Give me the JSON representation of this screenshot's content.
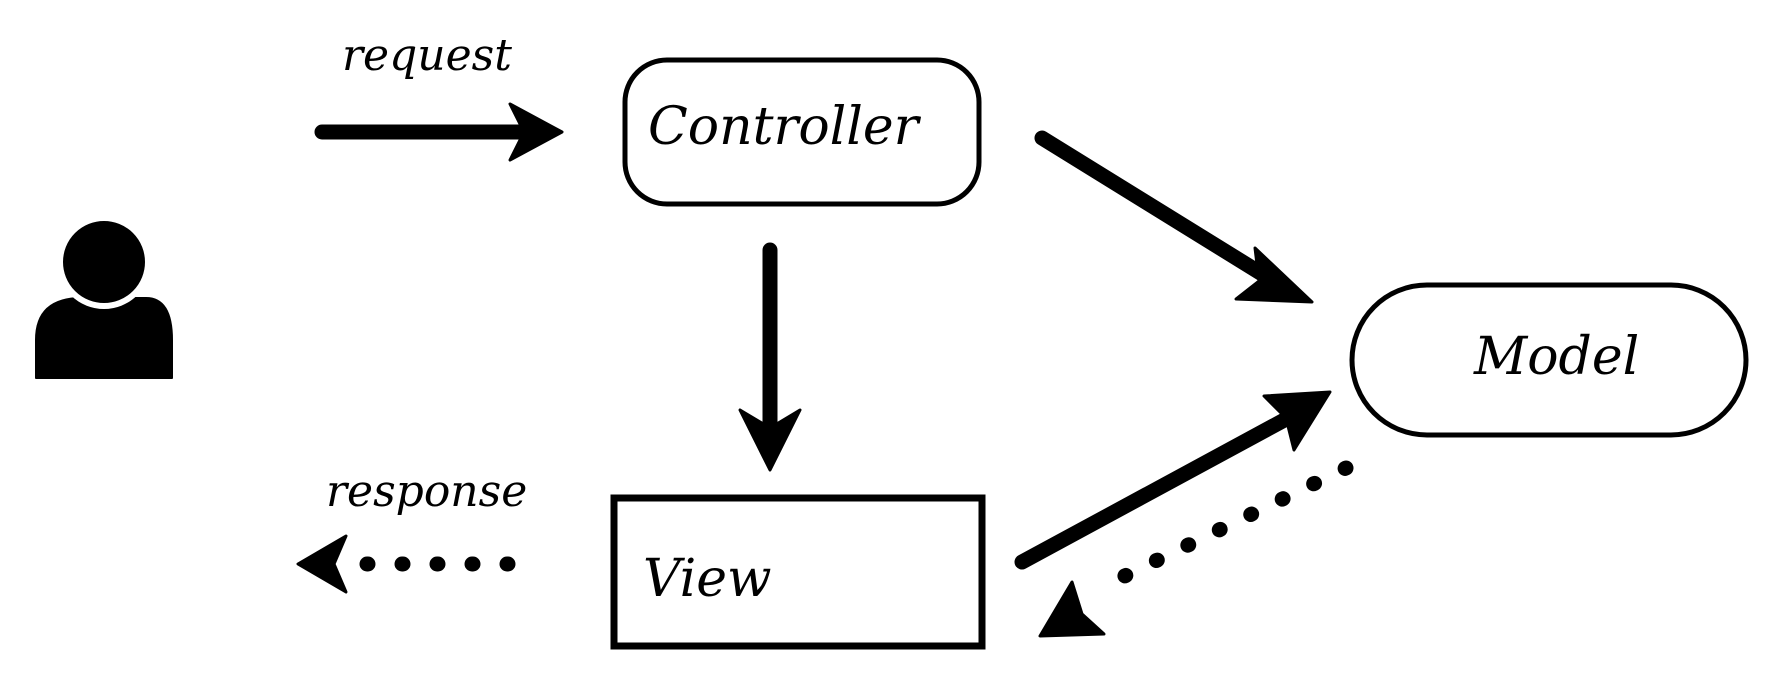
{
  "nodes": {
    "controller": {
      "label": "Controller"
    },
    "model": {
      "label": "Model"
    },
    "view": {
      "label": "View"
    }
  },
  "edges": {
    "request": {
      "label": "request"
    },
    "response": {
      "label": "response"
    }
  },
  "icons": {
    "user": "user-icon"
  },
  "colors": {
    "ink": "#000000",
    "background": "#ffffff"
  }
}
